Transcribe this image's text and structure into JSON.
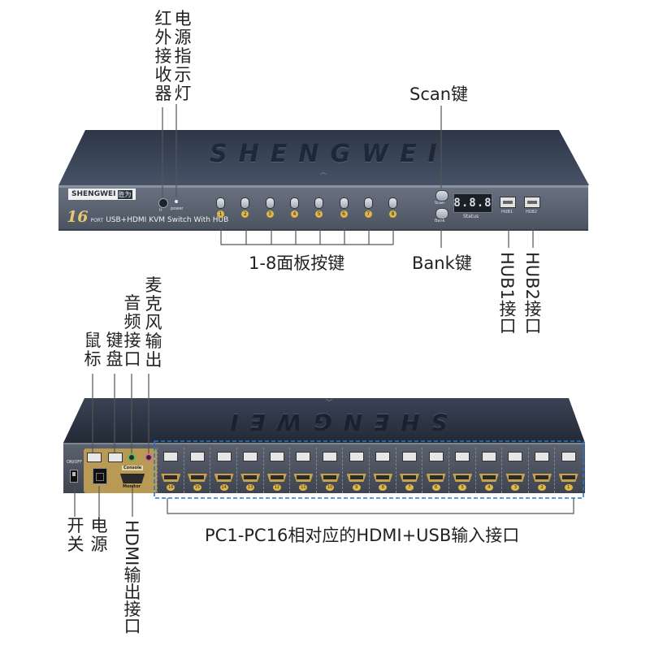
{
  "front": {
    "brand_badge": "SHENGWEI",
    "brand_badge_cn": "胜为",
    "watermark": "SHENGWEI",
    "model_number": "16",
    "model_port": "PORT",
    "model_text": "USB+HDMI KVM Switch With HUB",
    "ir_label": "Ir",
    "power_label": "power",
    "scan_button_label": "Scan",
    "bank_button_label": "Bank",
    "display_digits": "8.8.8",
    "status_label": "Status",
    "hub1_label": "HUB1",
    "hub2_label": "HUB2",
    "panel_buttons": [
      "1",
      "2",
      "3",
      "4",
      "5",
      "6",
      "7",
      "8"
    ]
  },
  "back": {
    "watermark": "SHENGWEI",
    "onoff_label": "ON/OFF",
    "console_label": "Console",
    "monitor_label": "Monitor",
    "port_numbers": [
      "16",
      "15",
      "14",
      "13",
      "12",
      "11",
      "10",
      "9",
      "8",
      "7",
      "6",
      "5",
      "4",
      "3",
      "2",
      "1"
    ]
  },
  "callouts": {
    "ir_receiver": "红外接收器",
    "power_indicator": "电源指示灯",
    "scan_key": "Scan键",
    "panel_buttons": "1-8面板按键",
    "bank_key": "Bank键",
    "hub1_port": "HUB1接口",
    "hub2_port": "HUB2接口",
    "mouse": "鼠标",
    "keyboard": "键盘",
    "audio_port": "音频接口",
    "mic_output": "麦克风输出",
    "power_switch": "开关",
    "power_source": "电源",
    "hdmi_output": "HDMI输出接口",
    "pc_ports": "PC1-PC16相对应的HDMI+USB输入接口"
  },
  "colors": {
    "chassis_top": "#3a4658",
    "chassis_front": "#565f6e",
    "gold_panel": "#b99a55",
    "usb_silver": "#dcdcdc",
    "hdmi_gold": "#c8a24a",
    "dashed_blue": "#2a74c8",
    "callout_line": "#555555"
  }
}
